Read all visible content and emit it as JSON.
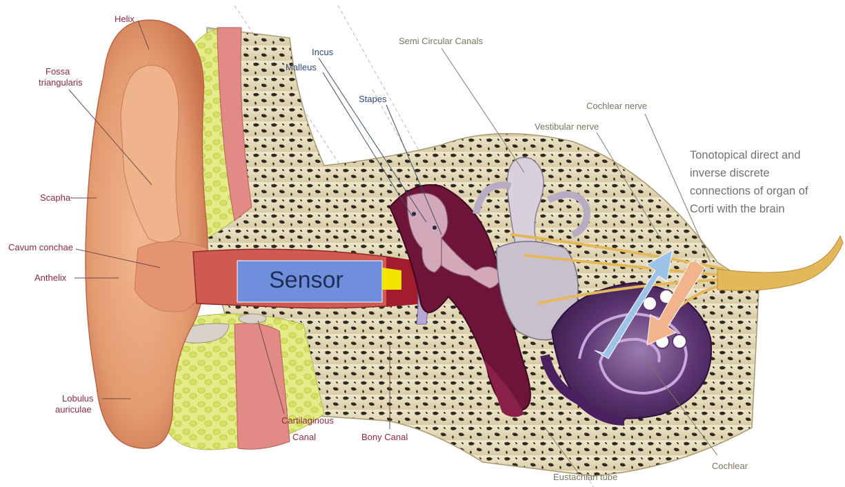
{
  "labels": {
    "helix": "Helix",
    "fossa_line1": "Fossa",
    "fossa_line2": "triangularis",
    "scapha": "Scapha",
    "cavum_conchae": "Cavum conchae",
    "anthelix": "Anthelix",
    "lobulus_line1": "Lobulus",
    "lobulus_line2": "auriculae",
    "incus": "Incus",
    "malleus": "Malleus",
    "stapes": "Stapes",
    "semi_circular_canals": "Semi Circular Canals",
    "cochlear_nerve": "Cochlear nerve",
    "vestibular_nerve": "Vestibular nerve",
    "cartilaginous_line1": "Cartilaginous",
    "cartilaginous_line2": "Canal",
    "bony_canal": "Bony Canal",
    "eustachian_tube": "Eustachian tube",
    "cochlear": "Cochlear"
  },
  "sensor_label": "Sensor",
  "description": {
    "line1": "Tonotopical direct and",
    "line2": "inverse discrete",
    "line3": "connections of organ of",
    "line4": "Corti with the brain"
  },
  "colors": {
    "sensor_box": "#6f8fdc",
    "sensor_tip": "#f2e600",
    "arrow_up": "#9dc3e8",
    "arrow_down": "#f2b48c",
    "skin": "#e8a57c",
    "bone": "#e6dcc0",
    "fat": "#dde77a",
    "muscle": "#e28a86",
    "middle_ear": "#6e1438",
    "cochlea": "#5b3470",
    "nerve": "#e3b85a"
  }
}
